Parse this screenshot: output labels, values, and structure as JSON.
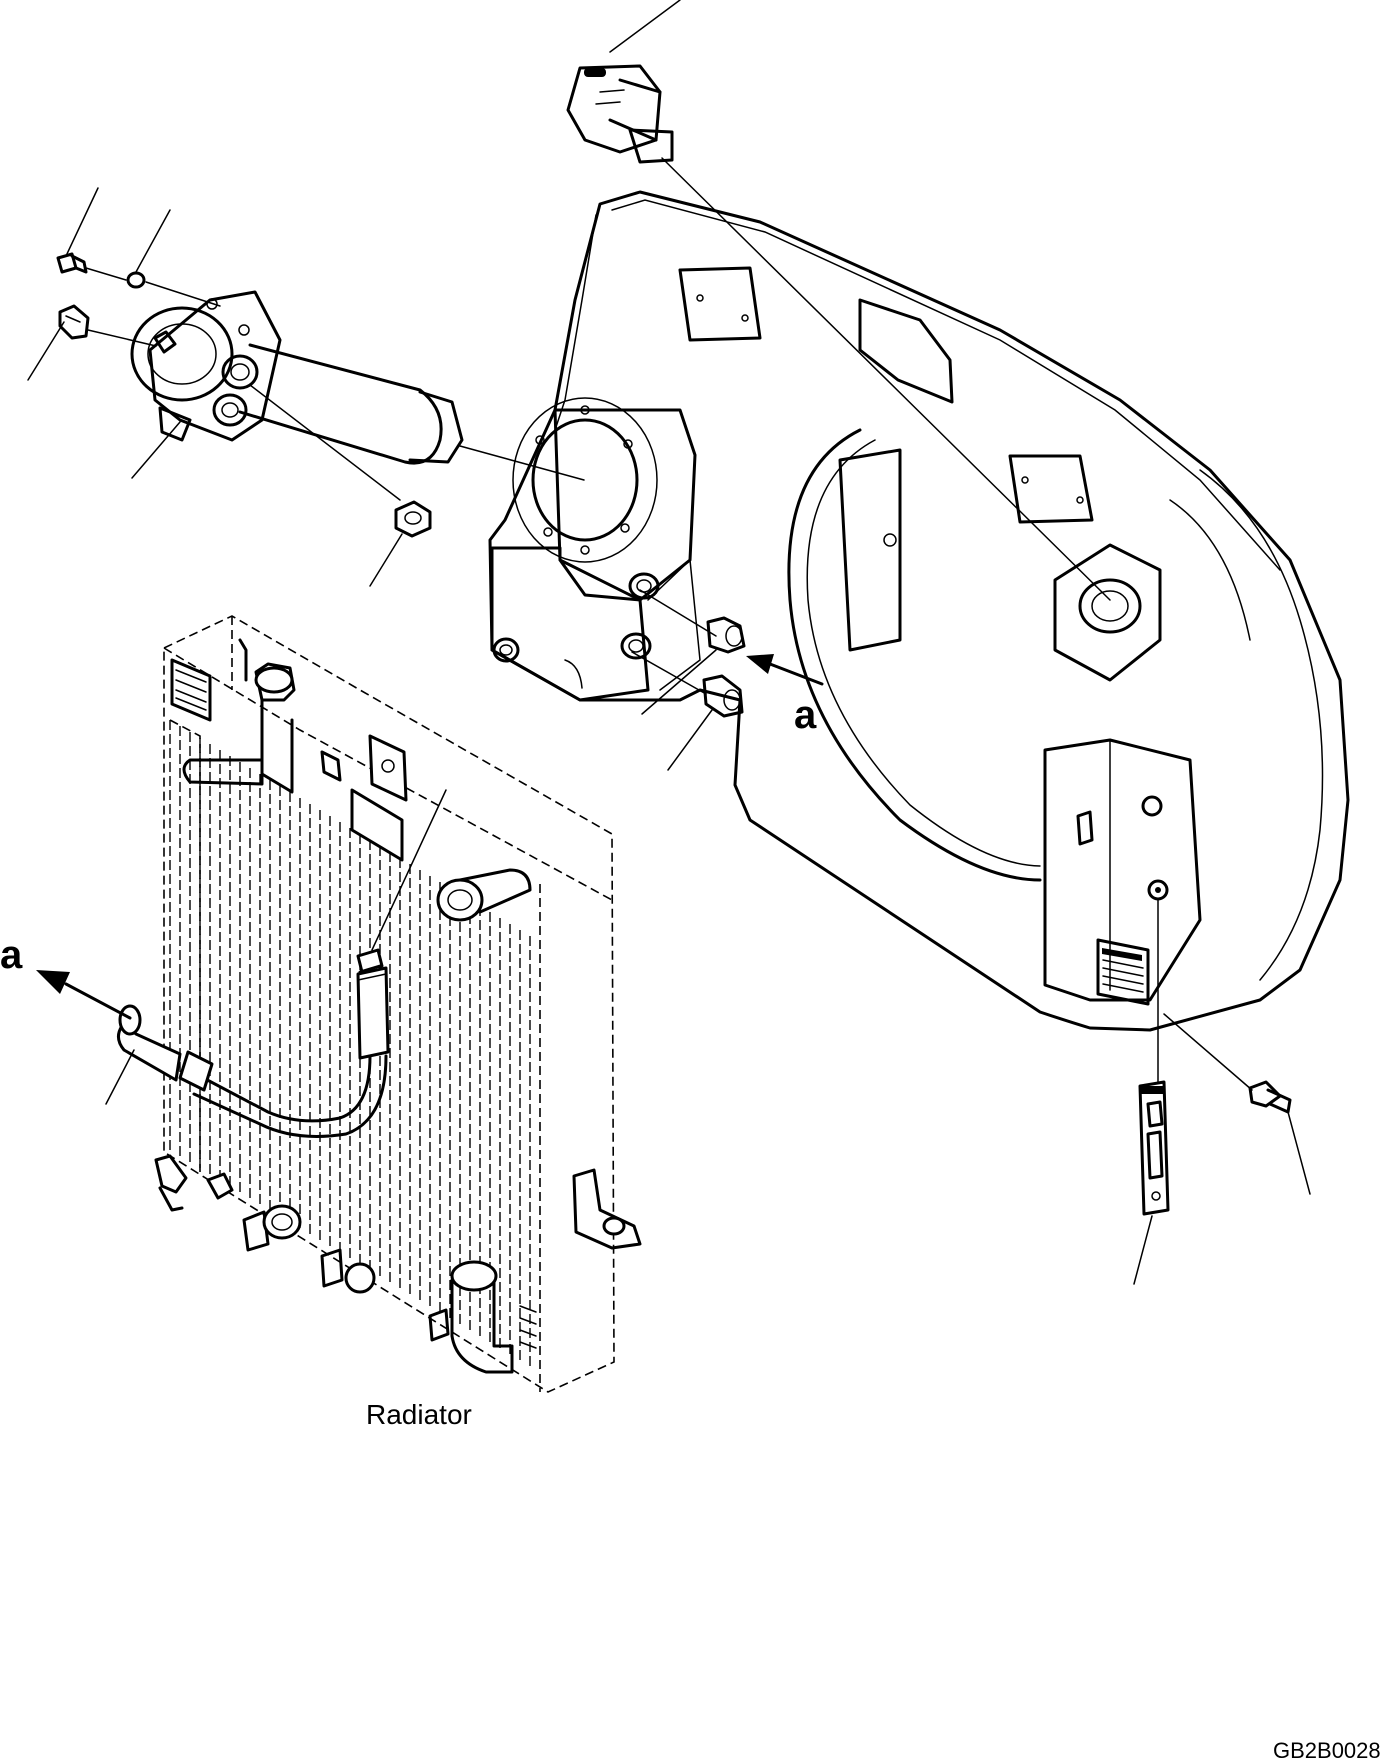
{
  "diagram": {
    "labels": {
      "radiator": "Radiator",
      "ref_a_top": "a",
      "ref_a_left": "a"
    },
    "drawing_code": "GB2B0028"
  }
}
